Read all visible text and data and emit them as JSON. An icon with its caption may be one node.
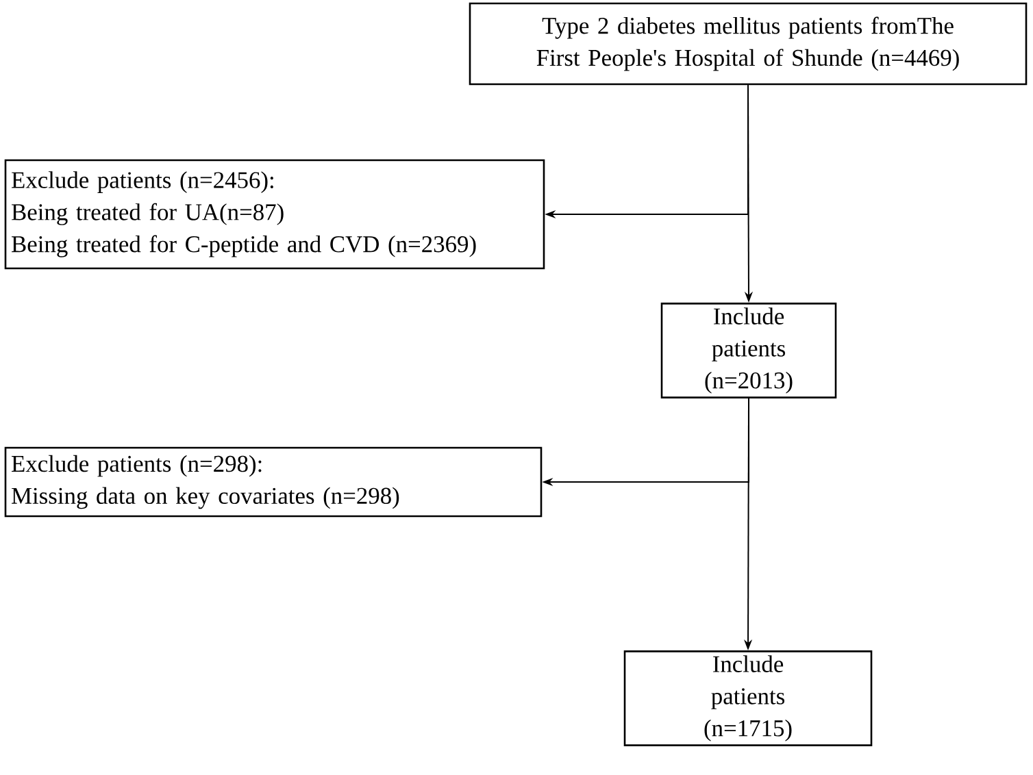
{
  "diagram": {
    "nodes": [
      {
        "text": [
          "Type 2 diabetes mellitus patients fromThe First People's Hospital of Shunde (n=4469)"
        ]
      },
      {
        "text": [
          "Exclude patients (n=2456):",
          "Being treated for UA(n=87)",
          "Being treated for C-peptide and CVD (n=2369)"
        ]
      },
      {
        "text": [
          "Include patients (n=2013)"
        ]
      },
      {
        "text": [
          "Exclude patients (n=298):",
          "Missing data on key covariates (n=298)"
        ]
      },
      {
        "text": [
          "Include patients (n=1715)"
        ]
      }
    ],
    "edges": [
      {
        "from": 0,
        "to": 1,
        "arrow": "to"
      },
      {
        "from": 0,
        "to": 2,
        "arrow": "to"
      },
      {
        "from": 2,
        "to": 3,
        "arrow": "to"
      },
      {
        "from": 2,
        "to": 4,
        "arrow": "to"
      }
    ]
  }
}
